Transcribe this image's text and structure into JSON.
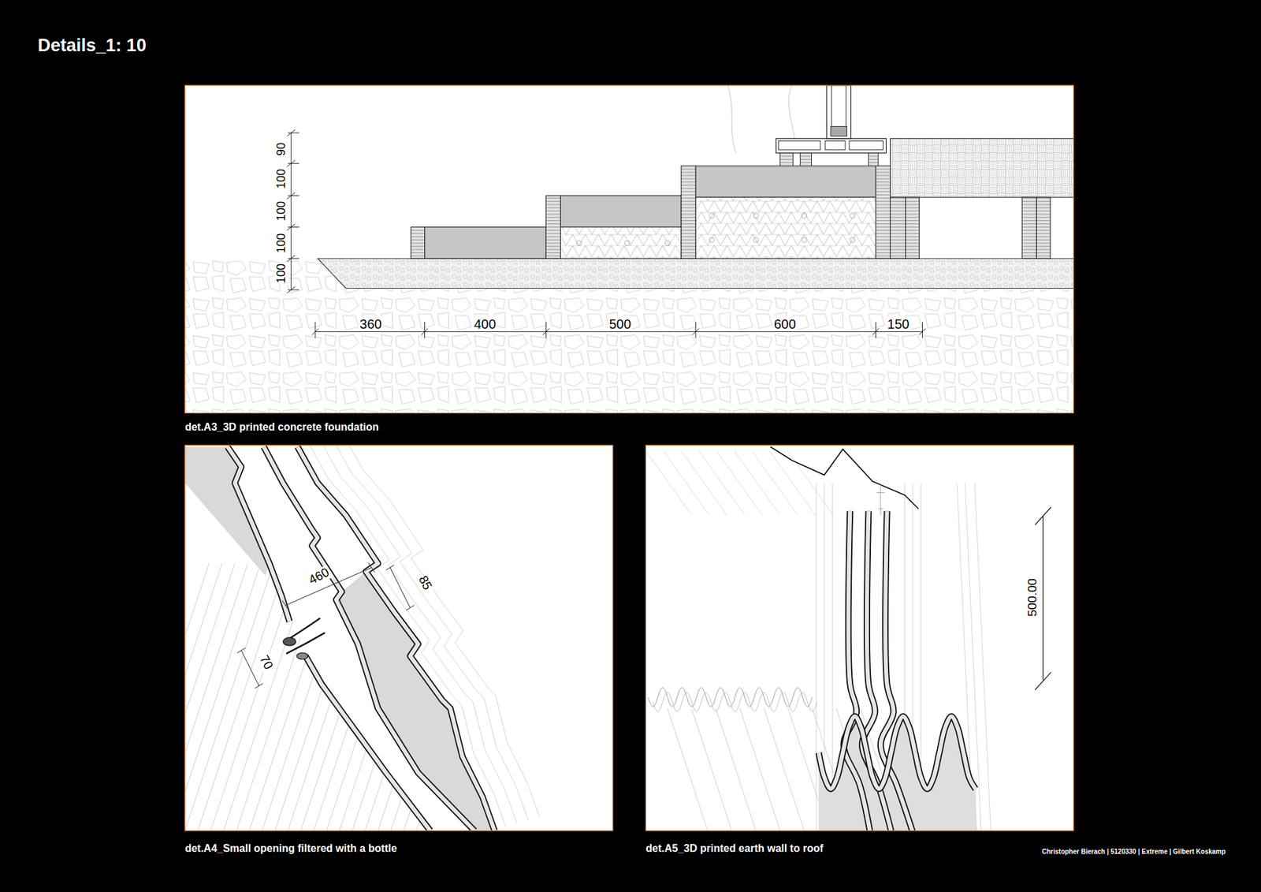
{
  "diagram": {
    "title": "Details_1: 10",
    "labels": [
      "100",
      "100",
      "100",
      "100",
      "90",
      "360",
      "400",
      "500",
      "600",
      "150",
      "det.A3_3D printed concrete foundation",
      "460",
      "85",
      "70",
      "det.A4_Small opening filtered with a bottle",
      "500.00",
      "det.A5_3D printed earth wall to roof",
      "Christopher Bierach | 5120330 | Extreme | Gilbert Koskamp"
    ]
  }
}
